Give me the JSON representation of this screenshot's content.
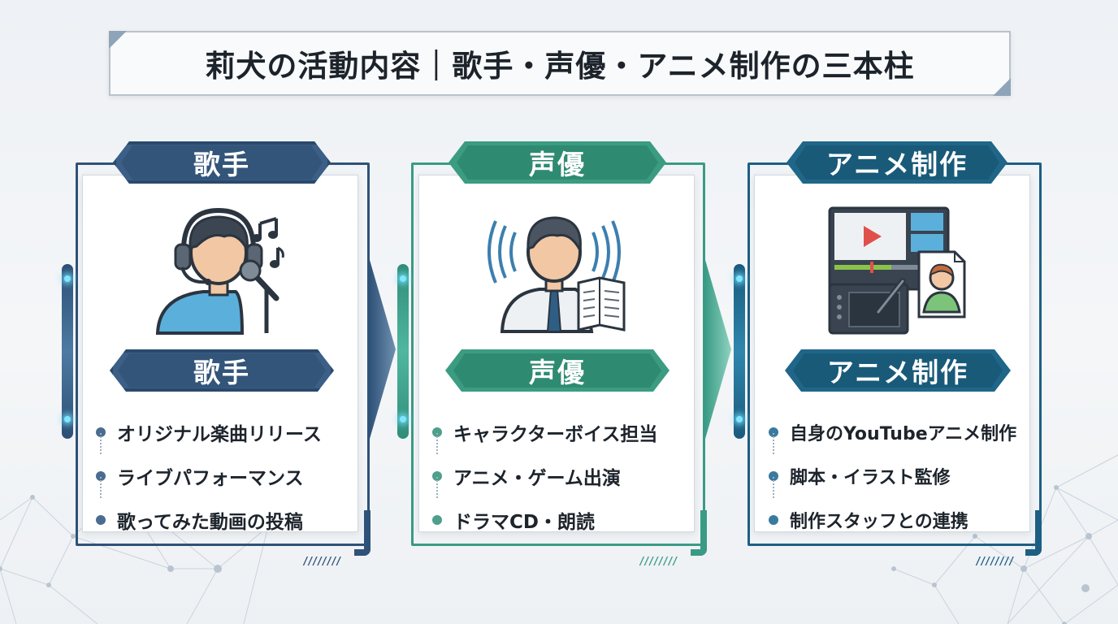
{
  "title": "莉犬の活動内容｜歌手・声優・アニメ制作の三本柱",
  "pillars": [
    {
      "header": "歌手",
      "label": "歌手",
      "icon": "singer-headset-microphone-icon",
      "items": [
        "オリジナル楽曲リリース",
        "ライブパフォーマンス",
        "歌ってみた動画の投稿"
      ]
    },
    {
      "header": "声優",
      "label": "声優",
      "icon": "voice-actor-script-icon",
      "items": [
        "キャラクターボイス担当",
        "アニメ・ゲーム出演",
        "ドラマCD・朗読"
      ]
    },
    {
      "header": "アニメ制作",
      "label": "アニメ制作",
      "icon": "animation-production-icon",
      "items": [
        "自身のYouTubeアニメ制作",
        "脚本・イラスト監修",
        "制作スタッフとの連携"
      ]
    }
  ],
  "colors": {
    "singer": "#2f5278",
    "voice_actor": "#3a9b85",
    "animation": "#1d5f83",
    "background": "#eef1f5"
  }
}
